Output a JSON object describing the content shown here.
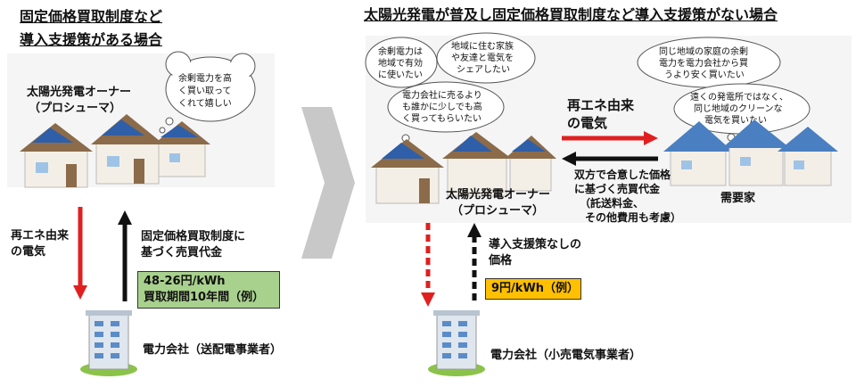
{
  "left": {
    "title_line1": "固定価格買取制度など",
    "title_line2": "導入支援策がある場合",
    "prosumer_line1": "太陽光発電オーナー",
    "prosumer_line2": "（プロシューマ）",
    "bubble_line1": "余剰電力を高",
    "bubble_line2": "く買い取って",
    "bubble_line3": "くれて嬉しい",
    "electricity_line1": "再エネ由来",
    "electricity_line2": "の電気",
    "payment_line1": "固定価格買取制度に",
    "payment_line2": "基づく売買代金",
    "price_line1": "48-26円/kWh",
    "price_line2": "買取期間10年間（例）",
    "utility": "電力会社（送配電事業者）",
    "price_color": "#a9d18e"
  },
  "right": {
    "title": "太陽光発電が普及し固定価格買取制度など導入支援策がない場合",
    "bubble1_line1": "余剰電力は",
    "bubble1_line2": "地域で有効",
    "bubble1_line3": "に使いたい",
    "bubble2_line1": "地域に住む家族",
    "bubble2_line2": "や友達と電気を",
    "bubble2_line3": "シェアしたい",
    "bubble3_line1": "電力会社に売るより",
    "bubble3_line2": "も誰かに少しでも高",
    "bubble3_line3": "く買ってもらいたい",
    "bubble4_line1": "同じ地域の家庭の余剰",
    "bubble4_line2": "電力を電力会社から買",
    "bubble4_line3": "うより安く買いたい",
    "bubble5_line1": "遠くの発電所ではなく、",
    "bubble5_line2": "同じ地域のクリーンな",
    "bubble5_line3": "電気を買いたい",
    "electricity_line1": "再エネ由来",
    "electricity_line2": "の電気",
    "payment_line1": "双方で合意した価格",
    "payment_line2": "に基づく売買代金",
    "payment_line3": "（託送料金、",
    "payment_line4": "その他費用も考慮）",
    "prosumer_line1": "太陽光発電オーナー",
    "prosumer_line2": "（プロシューマ）",
    "consumer": "需要家",
    "support_line1": "導入支援策なしの",
    "support_line2": "価格",
    "price": "9円/kWh（例）",
    "utility": "電力会社（小売電気事業者）",
    "price_color": "#ffc000"
  },
  "colors": {
    "red_arrow": "#e02020",
    "black_arrow": "#111111",
    "roof_brown": "#8b6b4a",
    "roof_blue": "#4a7fc1",
    "solar_panel": "#2f5fa8"
  }
}
